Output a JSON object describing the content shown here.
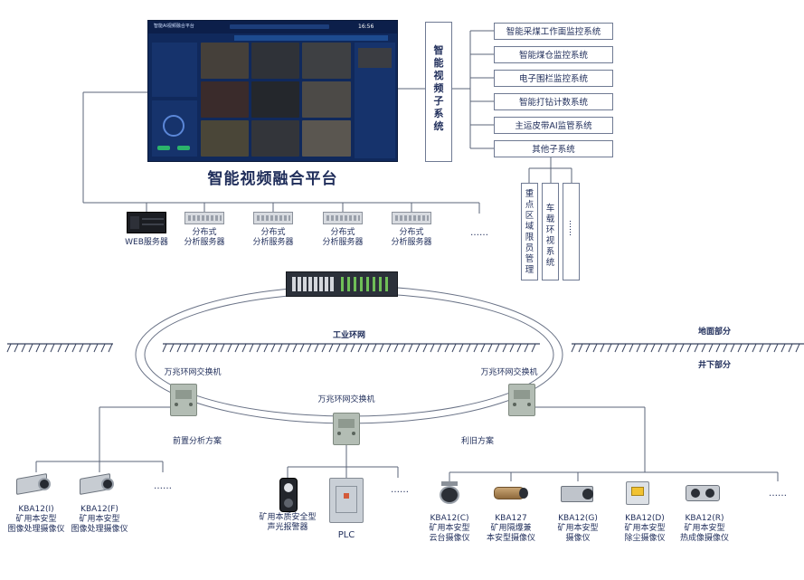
{
  "platform": {
    "screen_title": "智能AI视频融合平台",
    "caption": "智能视频融合平台",
    "clock": "16:56"
  },
  "video_subsystem": {
    "title": "智能视频子系统",
    "items": [
      "智能采煤工作面监控系统",
      "智能煤仓监控系统",
      "电子围栏监控系统",
      "智能打钻计数系统",
      "主运皮带AI监管系统",
      "其他子系统"
    ],
    "children": [
      "重点区域限员管理",
      "车载环视系统",
      "……"
    ]
  },
  "servers": [
    {
      "name_l1": "WEB服务器",
      "name_l2": ""
    },
    {
      "name_l1": "分布式",
      "name_l2": "分析服务器"
    },
    {
      "name_l1": "分布式",
      "name_l2": "分析服务器"
    },
    {
      "name_l1": "分布式",
      "name_l2": "分析服务器"
    },
    {
      "name_l1": "分布式",
      "name_l2": "分析服务器"
    }
  ],
  "ellipsis": "……",
  "network": {
    "ring_label": "工业环网",
    "surface_label": "地面部分",
    "underground_label": "井下部分",
    "switch_left": "万兆环网交换机",
    "switch_center": "万兆环网交换机",
    "switch_right": "万兆环网交换机"
  },
  "schemes": {
    "front": "前置分析方案",
    "reuse": "利旧方案"
  },
  "left_devices": [
    {
      "model": "KBA12(I)",
      "line2": "矿用本安型",
      "line3": "图像处理摄像仪"
    },
    {
      "model": "KBA12(F)",
      "line2": "矿用本安型",
      "line3": "图像处理摄像仪"
    }
  ],
  "center_devices": [
    {
      "line1": "矿用本质安全型",
      "line2": "声光报警器"
    },
    {
      "line1": "PLC",
      "line2": ""
    }
  ],
  "right_devices": [
    {
      "model": "KBA12(C)",
      "line2": "矿用本安型",
      "line3": "云台摄像仪"
    },
    {
      "model": "KBA127",
      "line2": "矿用隔爆兼",
      "line3": "本安型摄像仪"
    },
    {
      "model": "KBA12(G)",
      "line2": "矿用本安型",
      "line3": "摄像仪"
    },
    {
      "model": "KBA12(D)",
      "line2": "矿用本安型",
      "line3": "除尘摄像仪"
    },
    {
      "model": "KBA12(R)",
      "line2": "矿用本安型",
      "line3": "热成像摄像仪"
    }
  ],
  "colors": {
    "line": "#5b6478",
    "text": "#1f2d5a",
    "screen_bg": "#10295c",
    "switch_body": "#b3bdb4",
    "ground_hatch": "#39435f"
  }
}
